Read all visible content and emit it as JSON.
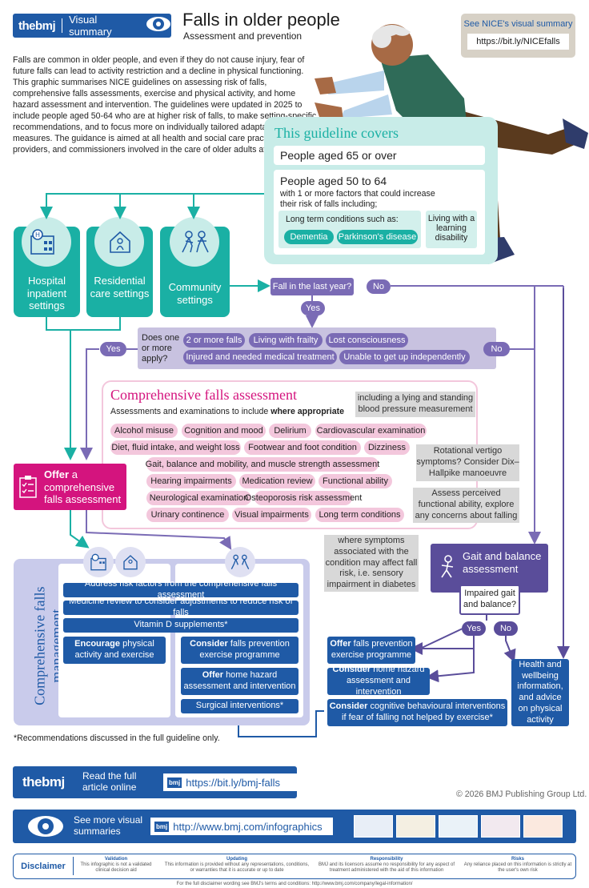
{
  "header": {
    "brand": "thebmj",
    "badge": "Visual summary",
    "title": "Falls in older people",
    "subtitle": "Assessment and prevention",
    "nice_label": "See NICE's visual summary",
    "nice_url": "https://bit.ly/NICEfalls"
  },
  "intro": "Falls are common in older people, and even if they do not cause injury, fear of future falls can lead to activity restriction and a decline in physical functioning. This graphic summarises NICE guidelines on assessing risk of falls, comprehensive falls assessments, exercise and physical activity, and home hazard assessment and intervention. The guidelines were updated in 2025 to include people aged 50-64 who are at higher risk of falls, to make setting-specific recommendations, and to focus more on individually tailored adaptation measures. The guidance is aimed at all health and social care practitioners, providers, and commissioners involved in the care of older adults at risk of falls",
  "covers": {
    "title": "This guideline covers",
    "group1": "People aged 65 or over",
    "group2_title": "People aged 50 to 64",
    "group2_desc": "with 1 or more factors that could increase their risk of falls including;",
    "ltc_label": "Long term conditions such as:",
    "ltc_items": [
      "Dementia",
      "Parkinson's disease"
    ],
    "disability": "Living with a learning disability"
  },
  "settings": [
    "Hospital inpatient settings",
    "Residential care settings",
    "Community settings"
  ],
  "flow": {
    "fall_q": "Fall in the last year?",
    "yes": "Yes",
    "no": "No",
    "apply_q": "Does one or more apply?",
    "criteria": [
      "2 or more falls",
      "Living with frailty",
      "Lost consciousness",
      "Injured and needed medical treatment",
      "Unable to get up independently"
    ]
  },
  "cfa": {
    "title": "Comprehensive falls assessment",
    "subtitle_pre": "Assessments and examinations to include ",
    "subtitle_bold": "where appropriate",
    "items": [
      "Alcohol misuse",
      "Cognition and mood",
      "Delirium",
      "Cardiovascular examination",
      "Diet, fluid intake, and weight loss",
      "Footwear and foot condition",
      "Dizziness",
      "Gait, balance and mobility, and muscle strength assessment",
      "Hearing impairments",
      "Medication review",
      "Functional ability",
      "Neurological examination",
      "Osteoporosis risk assessment",
      "Urinary continence",
      "Visual impairments",
      "Long term conditions"
    ],
    "note_bp": "including a lying and standing blood pressure measurement",
    "note_vertigo": "Rotational vertigo symptoms? Consider Dix–Hallpike manoeuvre",
    "note_functional": "Assess perceived functional ability, explore any concerns about falling",
    "note_ltc": "where symptoms associated with the condition may affect fall risk, i.e. sensory impairment in diabetes"
  },
  "offer": {
    "bold": "Offer",
    "text": "a comprehensive falls assessment"
  },
  "management": {
    "title": "Comprehensive falls management",
    "rows": [
      "Address risk factors from the comprehensive falls assessment",
      "Medicine review to consider adjustments to reduce risk of falls",
      "Vitamin D supplements*"
    ],
    "left_bold": "Encourage",
    "left_text": "physical activity and exercise",
    "right1_bold": "Consider",
    "right1_text": "falls prevention exercise programme",
    "right2_bold": "Offer",
    "right2_text": "home hazard assessment and intervention",
    "right3": "Surgical interventions*"
  },
  "gait": {
    "title": "Gait and balance assessment",
    "q": "Impaired gait and balance?",
    "yes": "Yes",
    "no": "No",
    "out1_bold": "Offer",
    "out1_text": "falls prevention exercise programme",
    "out2_bold": "Consider",
    "out2_text": "home hazard assessment and intervention",
    "out3_bold": "Consider",
    "out3_text": "cognitive behavioural interventions if fear of falling not helped by exercise*",
    "health": "Health and wellbeing information, and advice on physical activity"
  },
  "footnote": "*Recommendations discussed in the full guideline only.",
  "footer": {
    "read_label": "Read the full article online",
    "read_url": "https://bit.ly/bmj-falls",
    "copyright": "© 2026 BMJ Publishing Group Ltd.",
    "more_label": "See more visual summaries",
    "more_url": "http://www.bmj.com/infographics",
    "disclaimer_label": "Disclaimer",
    "disclaimer_cols": [
      {
        "h": "Validation",
        "t": "This infographic is not a validated clinical decision aid"
      },
      {
        "h": "Updating",
        "t": "This information is provided without any representations, conditions, or warranties that it is accurate or up to date"
      },
      {
        "h": "Responsibility",
        "t": "BMJ and its licensors assume no responsibility for any aspect of treatment administered with the aid of this information"
      },
      {
        "h": "Risks",
        "t": "Any reliance placed on this information is strictly at the user's own risk"
      }
    ],
    "terms": "For the full disclaimer wording see BMJ's terms and conditions: http://www.bmj.com/company/legal-information/"
  },
  "colors": {
    "navy": "#1f5aa6",
    "teal": "#1ab0a4",
    "magenta": "#d4147e",
    "lavender": "#7a6bb5",
    "pink": "#f3c7dc"
  }
}
